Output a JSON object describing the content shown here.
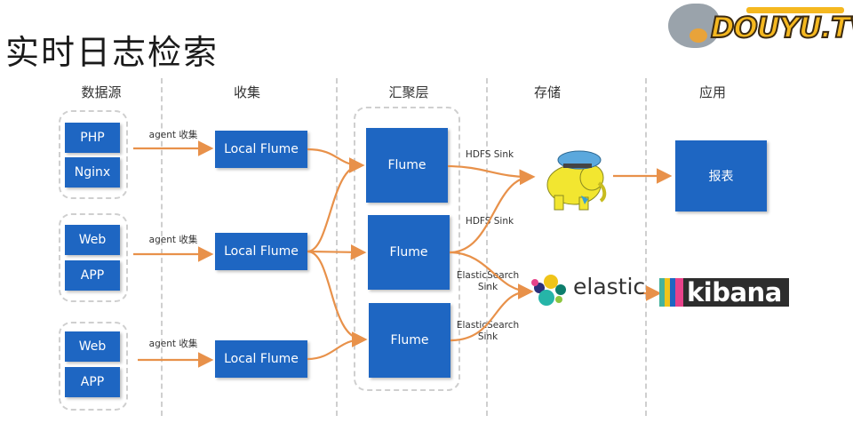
{
  "title": "实时日志检索",
  "brand": {
    "logo_text": "DOUYU.TV",
    "logo_icon": "shark-mascot-icon"
  },
  "columns": [
    {
      "label": "数据源"
    },
    {
      "label": "收集"
    },
    {
      "label": "汇聚层"
    },
    {
      "label": "存储"
    },
    {
      "label": "应用"
    }
  ],
  "sources": [
    {
      "items": [
        "PHP",
        "Nginx"
      ],
      "edge_label": "agent 收集",
      "collector": "Local Flume"
    },
    {
      "items": [
        "Web",
        "APP"
      ],
      "edge_label": "agent 收集",
      "collector": "Local Flume"
    },
    {
      "items": [
        "Web",
        "APP"
      ],
      "edge_label": "agent 收集",
      "collector": "Local Flume"
    }
  ],
  "aggregators": [
    {
      "label": "Flume"
    },
    {
      "label": "Flume"
    },
    {
      "label": "Flume"
    }
  ],
  "sinks": [
    {
      "label": "HDFS Sink"
    },
    {
      "label": "HDFS Sink"
    },
    {
      "label": "ElasticSearch Sink"
    },
    {
      "label": "ElasticSearch Sink"
    }
  ],
  "storage": [
    {
      "name": "hadoop",
      "icon": "hadoop-elephant-icon"
    },
    {
      "name": "elastic",
      "label": "elastic",
      "icon": "elastic-logo-icon"
    }
  ],
  "applications": [
    {
      "label": "报表"
    },
    {
      "label": "kibana",
      "icon": "kibana-logo-icon"
    }
  ],
  "colors": {
    "box": "#1e66c2",
    "arrow": "#e8914a",
    "divider": "#cfcfcf",
    "kibana_bars": [
      "#45b29d",
      "#f0c419",
      "#1e66c2",
      "#e8428a"
    ]
  }
}
